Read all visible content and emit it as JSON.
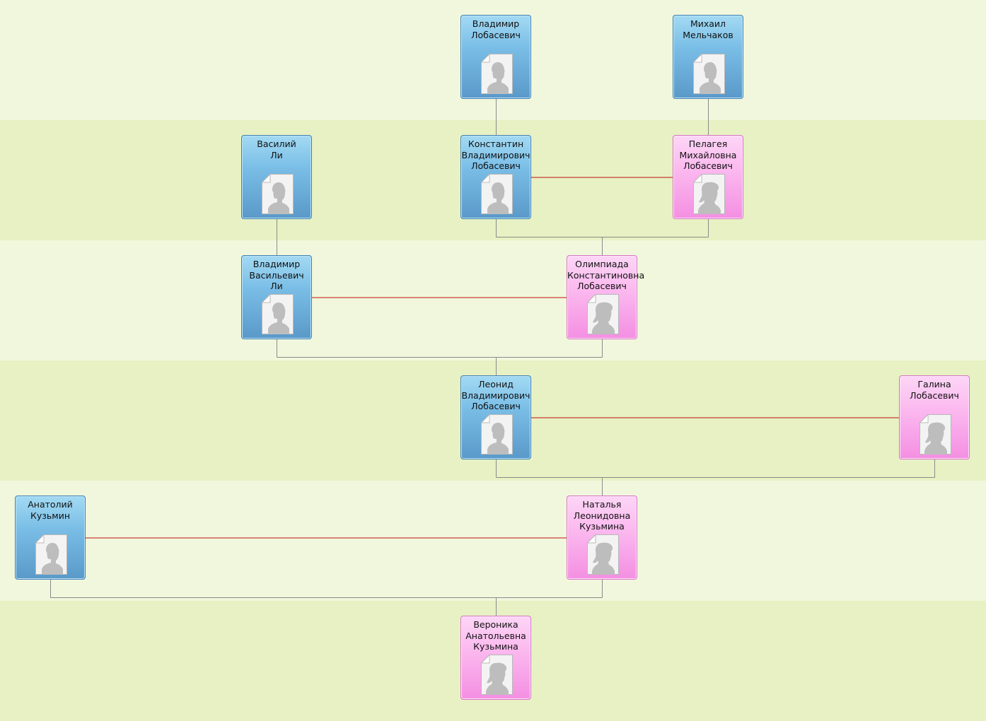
{
  "colors": {
    "band_light": "#f1f7dc",
    "band_dark": "#e7f1c3",
    "connector": "#8a8a8a",
    "spouse_line": "#c01010",
    "male_card": "#5a99c9",
    "female_card": "#f48fe2"
  },
  "persons": [
    {
      "id": "p1",
      "name": "Владимир\nЛобасевич",
      "gender": "male",
      "icon": "person-silhouette-male-icon"
    },
    {
      "id": "p2",
      "name": "Михаил\nМельчаков",
      "gender": "male",
      "icon": "person-silhouette-male-icon"
    },
    {
      "id": "p3",
      "name": "Василий\nЛи",
      "gender": "male",
      "icon": "person-silhouette-male-icon"
    },
    {
      "id": "p4",
      "name": "Константин\nВладимирович\nЛобасевич",
      "gender": "male",
      "icon": "person-silhouette-male-icon"
    },
    {
      "id": "p5",
      "name": "Пелагея\nМихайловна\nЛобасевич",
      "gender": "female",
      "icon": "person-silhouette-female-icon"
    },
    {
      "id": "p6",
      "name": "Владимир\nВасильевич\nЛи",
      "gender": "male",
      "icon": "person-silhouette-male-icon"
    },
    {
      "id": "p7",
      "name": "Олимпиада\nКонстантиновна\nЛобасевич",
      "gender": "female",
      "icon": "person-silhouette-female-icon"
    },
    {
      "id": "p8",
      "name": "Леонид\nВладимирович\nЛобасевич",
      "gender": "male",
      "icon": "person-silhouette-male-icon"
    },
    {
      "id": "p9",
      "name": "Галина\nЛобасевич",
      "gender": "female",
      "icon": "person-silhouette-female-icon"
    },
    {
      "id": "p10",
      "name": "Анатолий\nКузьмин",
      "gender": "male",
      "icon": "person-silhouette-male-icon"
    },
    {
      "id": "p11",
      "name": "Наталья\nЛеонидовна\nКузьмина",
      "gender": "female",
      "icon": "person-silhouette-female-icon"
    },
    {
      "id": "p12",
      "name": "Вероника\nАнатольевна\nКузьмина",
      "gender": "female",
      "icon": "person-silhouette-female-icon"
    }
  ],
  "spouse_links": [
    [
      "p4",
      "p5"
    ],
    [
      "p6",
      "p7"
    ],
    [
      "p8",
      "p9"
    ],
    [
      "p10",
      "p11"
    ]
  ],
  "parent_links": [
    {
      "child": "p4",
      "parents": [
        "p1"
      ]
    },
    {
      "child": "p5",
      "parents": [
        "p2"
      ]
    },
    {
      "child": "p6",
      "parents": [
        "p3"
      ]
    },
    {
      "child": "p7",
      "parents": [
        "p4",
        "p5"
      ]
    },
    {
      "child": "p8",
      "parents": [
        "p6",
        "p7"
      ]
    },
    {
      "child": "p11",
      "parents": [
        "p8",
        "p9"
      ]
    },
    {
      "child": "p12",
      "parents": [
        "p10",
        "p11"
      ]
    }
  ]
}
